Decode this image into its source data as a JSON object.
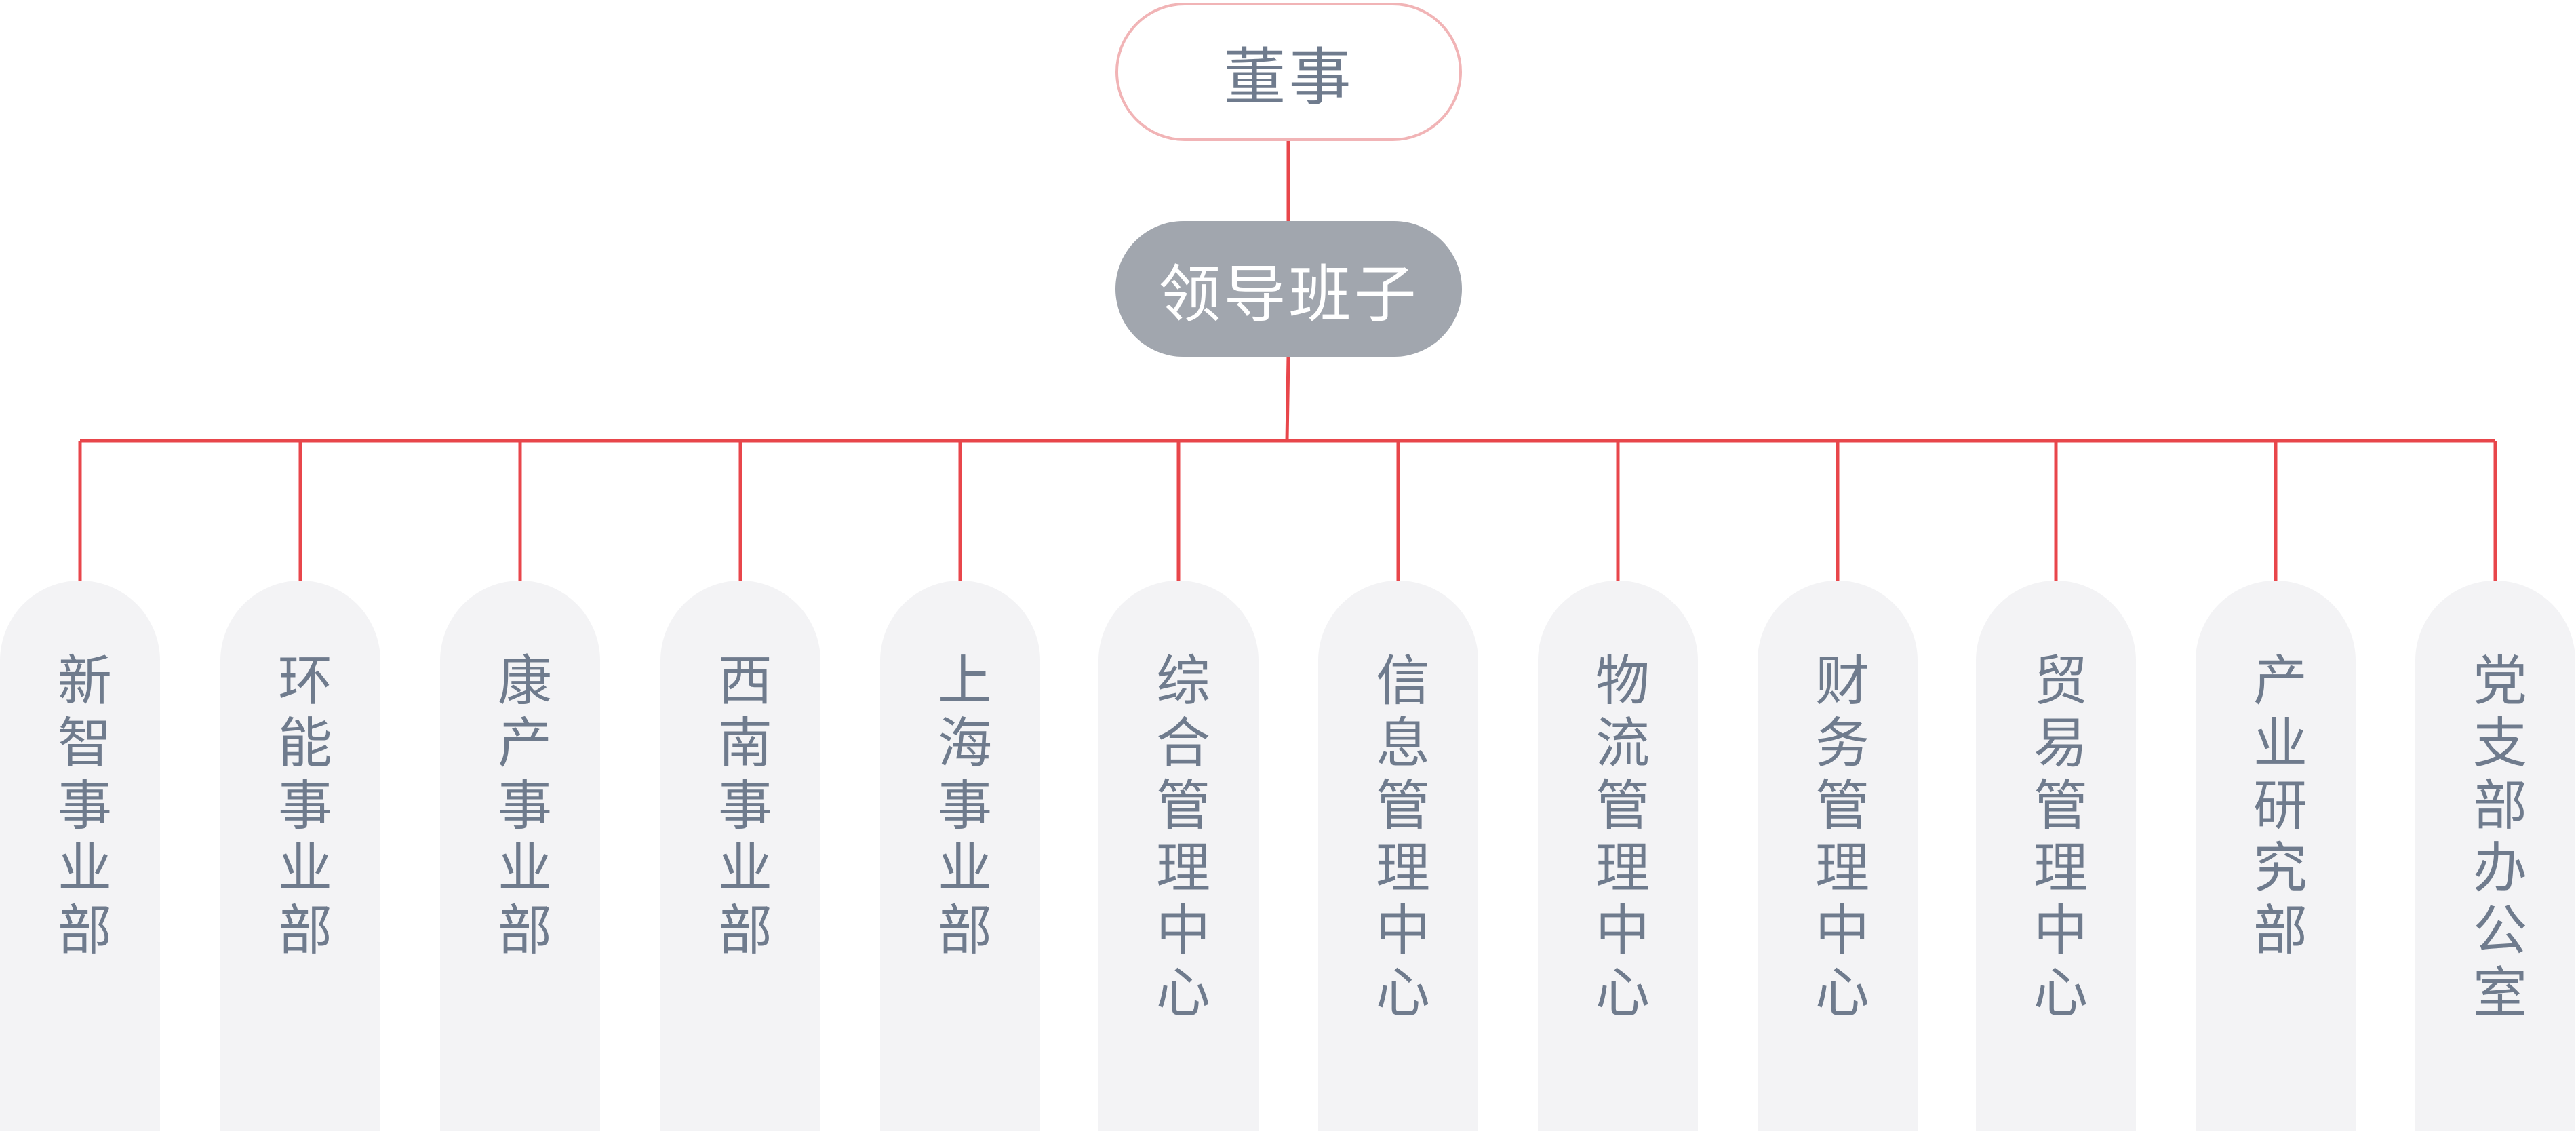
{
  "top": {
    "label": "董事"
  },
  "leadership": {
    "label": "领导班子"
  },
  "departments": [
    {
      "label": "新智事业部"
    },
    {
      "label": "环能事业部"
    },
    {
      "label": "康产事业部"
    },
    {
      "label": "西南事业部"
    },
    {
      "label": "上海事业部"
    },
    {
      "label": "综合管理中心"
    },
    {
      "label": "信息管理中心"
    },
    {
      "label": "物流管理中心"
    },
    {
      "label": "财务管理中心"
    },
    {
      "label": "贸易管理中心"
    },
    {
      "label": "产业研究部"
    },
    {
      "label": "党支部办公室"
    }
  ],
  "colors": {
    "connector": "#e8464b",
    "director_border": "#f1b4b6",
    "leadership_fill": "#a1a6ae",
    "department_fill": "#f3f3f5",
    "text": "#6f7b8d"
  }
}
